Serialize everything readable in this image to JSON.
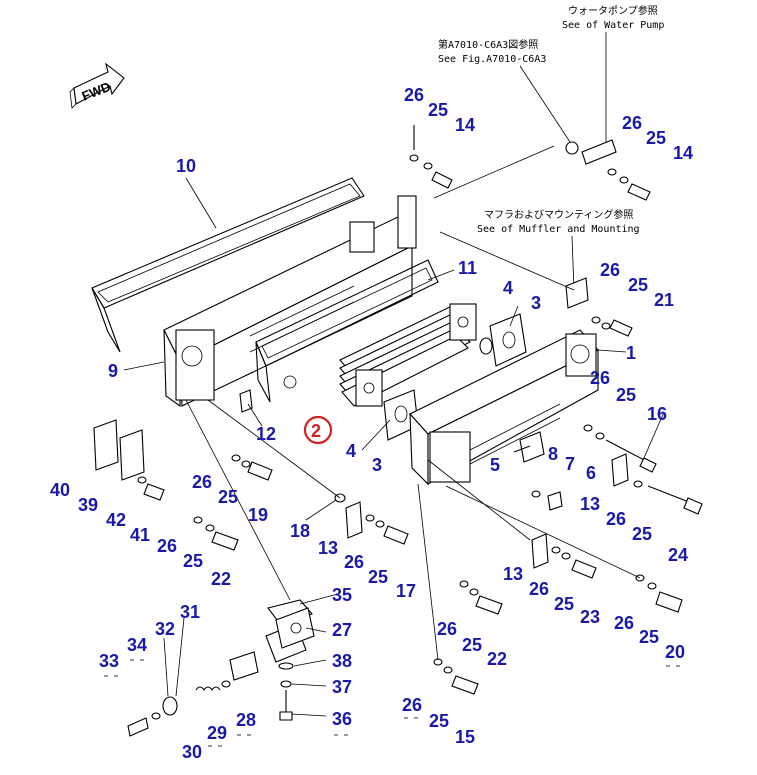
{
  "references": {
    "water_pump_jp": "ウォータポンプ参照",
    "water_pump_en": "See of Water Pump",
    "fig_jp": "第A7010-C6A3図参照",
    "fig_en": "See Fig.A7010-C6A3",
    "muffler_jp": "マフラおよびマウンティング参照",
    "muffler_en": "See of Muffler and Mounting"
  },
  "fwd_label": "FWD",
  "highlighted_part": "2",
  "callouts": [
    {
      "id": "c26a",
      "text": "26"
    },
    {
      "id": "c25a",
      "text": "25"
    },
    {
      "id": "c14a",
      "text": "14"
    },
    {
      "id": "c26b",
      "text": "26"
    },
    {
      "id": "c25b",
      "text": "25"
    },
    {
      "id": "c14b",
      "text": "14"
    },
    {
      "id": "c10",
      "text": "10"
    },
    {
      "id": "c11",
      "text": "11"
    },
    {
      "id": "c4a",
      "text": "4"
    },
    {
      "id": "c3a",
      "text": "3"
    },
    {
      "id": "c26c",
      "text": "26"
    },
    {
      "id": "c25c",
      "text": "25"
    },
    {
      "id": "c21",
      "text": "21"
    },
    {
      "id": "c1",
      "text": "1"
    },
    {
      "id": "c9",
      "text": "9"
    },
    {
      "id": "c12",
      "text": "12"
    },
    {
      "id": "c4b",
      "text": "4"
    },
    {
      "id": "c3b",
      "text": "3"
    },
    {
      "id": "c26d",
      "text": "26"
    },
    {
      "id": "c25d",
      "text": "25"
    },
    {
      "id": "c16",
      "text": "16"
    },
    {
      "id": "c8",
      "text": "8"
    },
    {
      "id": "c5",
      "text": "5"
    },
    {
      "id": "c7",
      "text": "7"
    },
    {
      "id": "c6",
      "text": "6"
    },
    {
      "id": "c13a",
      "text": "13"
    },
    {
      "id": "c26e",
      "text": "26"
    },
    {
      "id": "c25e",
      "text": "25"
    },
    {
      "id": "c24",
      "text": "24"
    },
    {
      "id": "c40",
      "text": "40"
    },
    {
      "id": "c39",
      "text": "39"
    },
    {
      "id": "c42",
      "text": "42"
    },
    {
      "id": "c41",
      "text": "41"
    },
    {
      "id": "c26f",
      "text": "26"
    },
    {
      "id": "c25f",
      "text": "25"
    },
    {
      "id": "c19",
      "text": "19"
    },
    {
      "id": "c18",
      "text": "18"
    },
    {
      "id": "c13b",
      "text": "13"
    },
    {
      "id": "c26g",
      "text": "26"
    },
    {
      "id": "c25g",
      "text": "25"
    },
    {
      "id": "c17",
      "text": "17"
    },
    {
      "id": "c26h",
      "text": "26"
    },
    {
      "id": "c25h",
      "text": "25"
    },
    {
      "id": "c22a",
      "text": "22"
    },
    {
      "id": "c13c",
      "text": "13"
    },
    {
      "id": "c26i",
      "text": "26"
    },
    {
      "id": "c25i",
      "text": "25"
    },
    {
      "id": "c23",
      "text": "23"
    },
    {
      "id": "c35",
      "text": "35"
    },
    {
      "id": "c31",
      "text": "31"
    },
    {
      "id": "c32",
      "text": "32"
    },
    {
      "id": "c34",
      "text": "34"
    },
    {
      "id": "c27",
      "text": "27"
    },
    {
      "id": "c33",
      "text": "33"
    },
    {
      "id": "c38",
      "text": "38"
    },
    {
      "id": "c37",
      "text": "37"
    },
    {
      "id": "c26j",
      "text": "26"
    },
    {
      "id": "c25j",
      "text": "25"
    },
    {
      "id": "c22b",
      "text": "22"
    },
    {
      "id": "c26k",
      "text": "26"
    },
    {
      "id": "c25k",
      "text": "25"
    },
    {
      "id": "c20",
      "text": "20"
    },
    {
      "id": "c29",
      "text": "29"
    },
    {
      "id": "c28",
      "text": "28"
    },
    {
      "id": "c36",
      "text": "36"
    },
    {
      "id": "c30",
      "text": "30"
    },
    {
      "id": "c26l",
      "text": "26"
    },
    {
      "id": "c25l",
      "text": "25"
    },
    {
      "id": "c15",
      "text": "15"
    }
  ],
  "colors": {
    "callout": "#1a1aa8",
    "highlight": "#d42020",
    "line": "#000000"
  }
}
